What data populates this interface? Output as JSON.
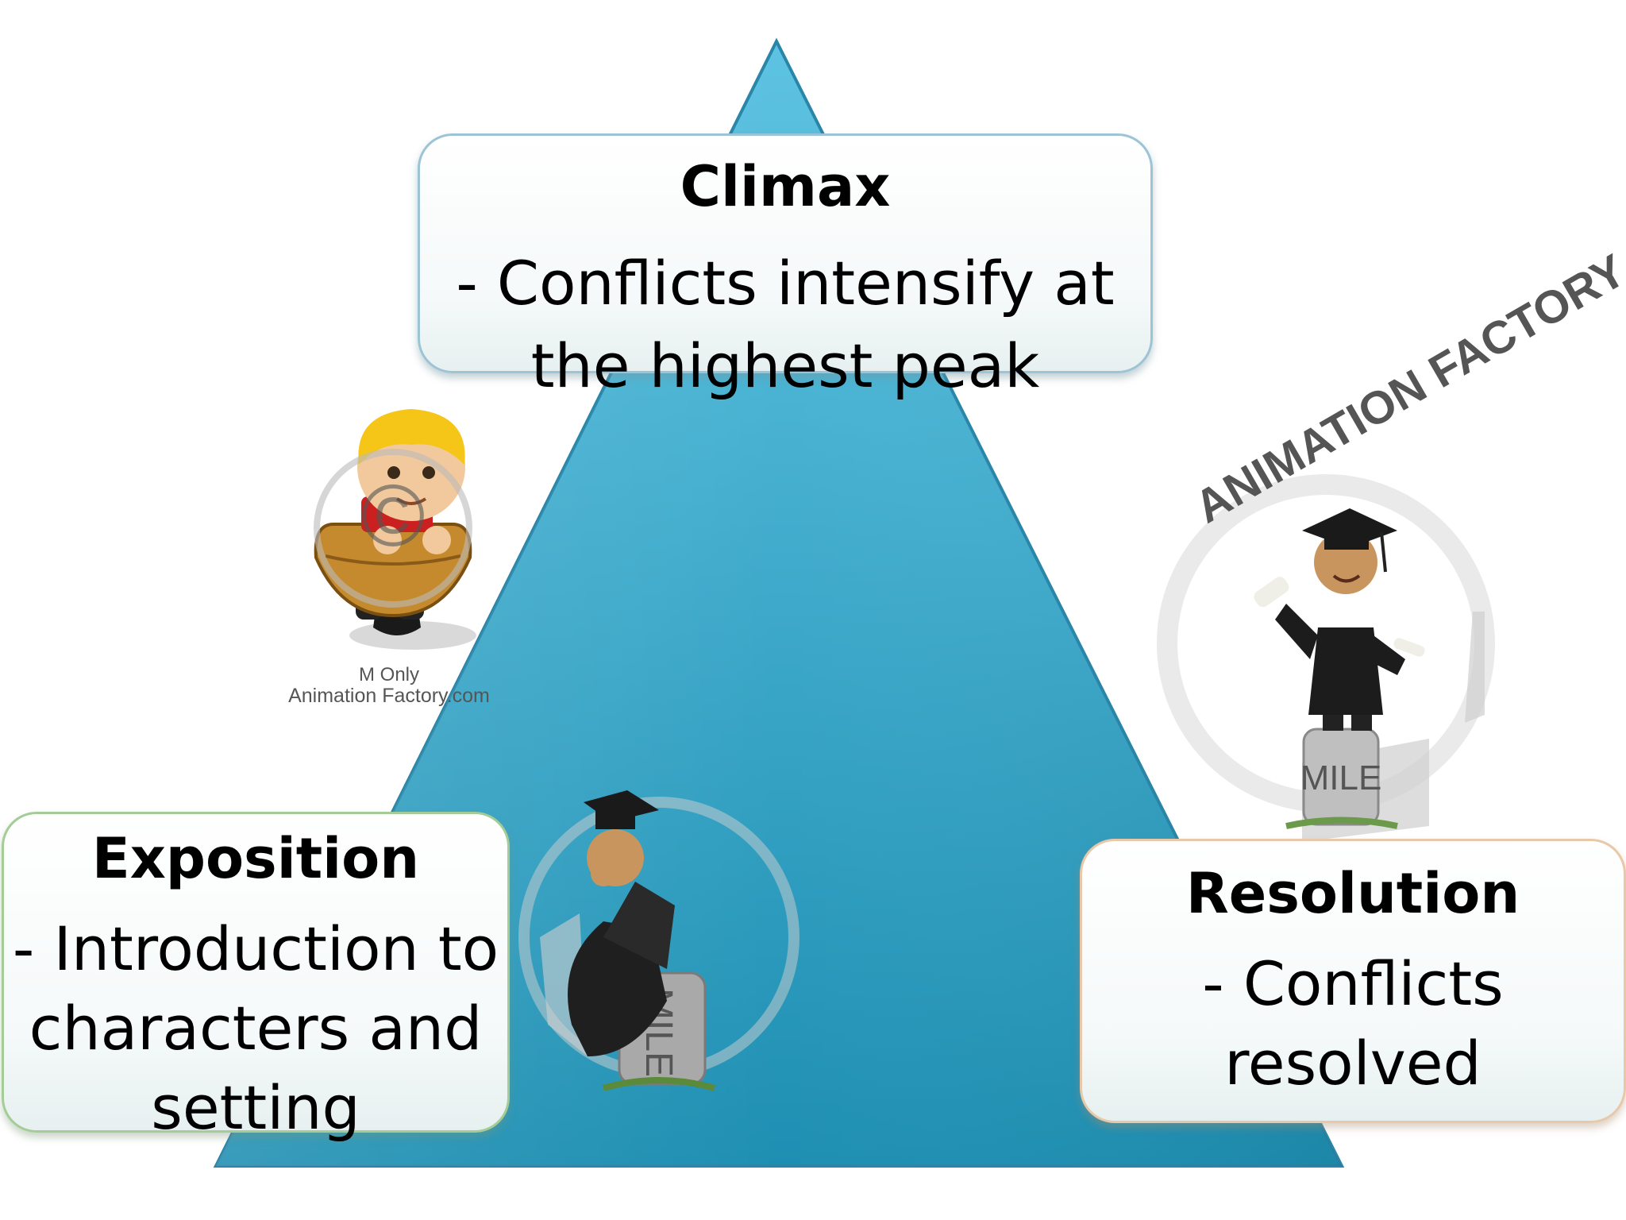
{
  "colors": {
    "pyramid_top": "#5ec3e2",
    "pyramid_bottom": "#1e8fb2",
    "pyramid_edge": "#1a6f8d"
  },
  "climax": {
    "title": "Climax",
    "body": "- Conflicts intensify at the  highest peak"
  },
  "exposition": {
    "title": "Exposition",
    "body": "- Introduction to characters and setting"
  },
  "resolution": {
    "title": "Resolution",
    "body": "- Conflicts resolved"
  },
  "clipart": {
    "left_watermark_line1": "M          Only",
    "left_watermark_line2": "Animation Factory.com",
    "right_watermark_arc": "ANIMATION FACTORY",
    "right_stone_text": "MILE",
    "bottom_stone_text": "MILE"
  }
}
